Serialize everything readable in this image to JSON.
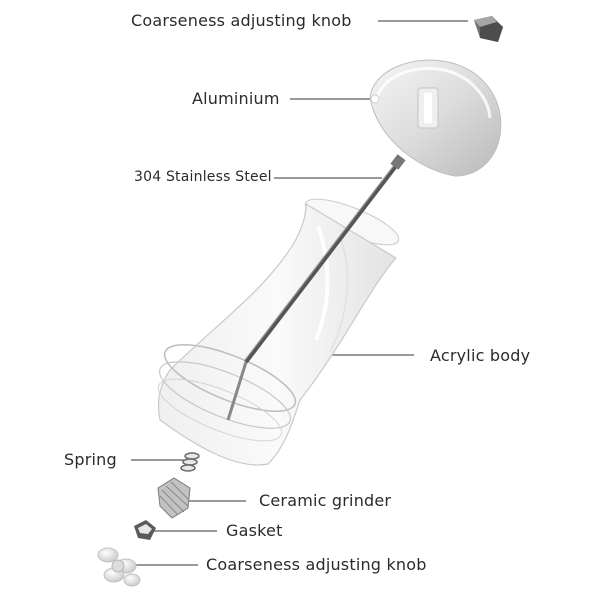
{
  "labels": {
    "knob_top": "Coarseness adjusting knob",
    "aluminium": "Aluminium",
    "steel": "304 Stainless Steel",
    "acrylic": "Acrylic body",
    "spring": "Spring",
    "ceramic": "Ceramic grinder",
    "gasket": "Gasket",
    "knob_bottom": "Coarseness adjusting knob"
  }
}
